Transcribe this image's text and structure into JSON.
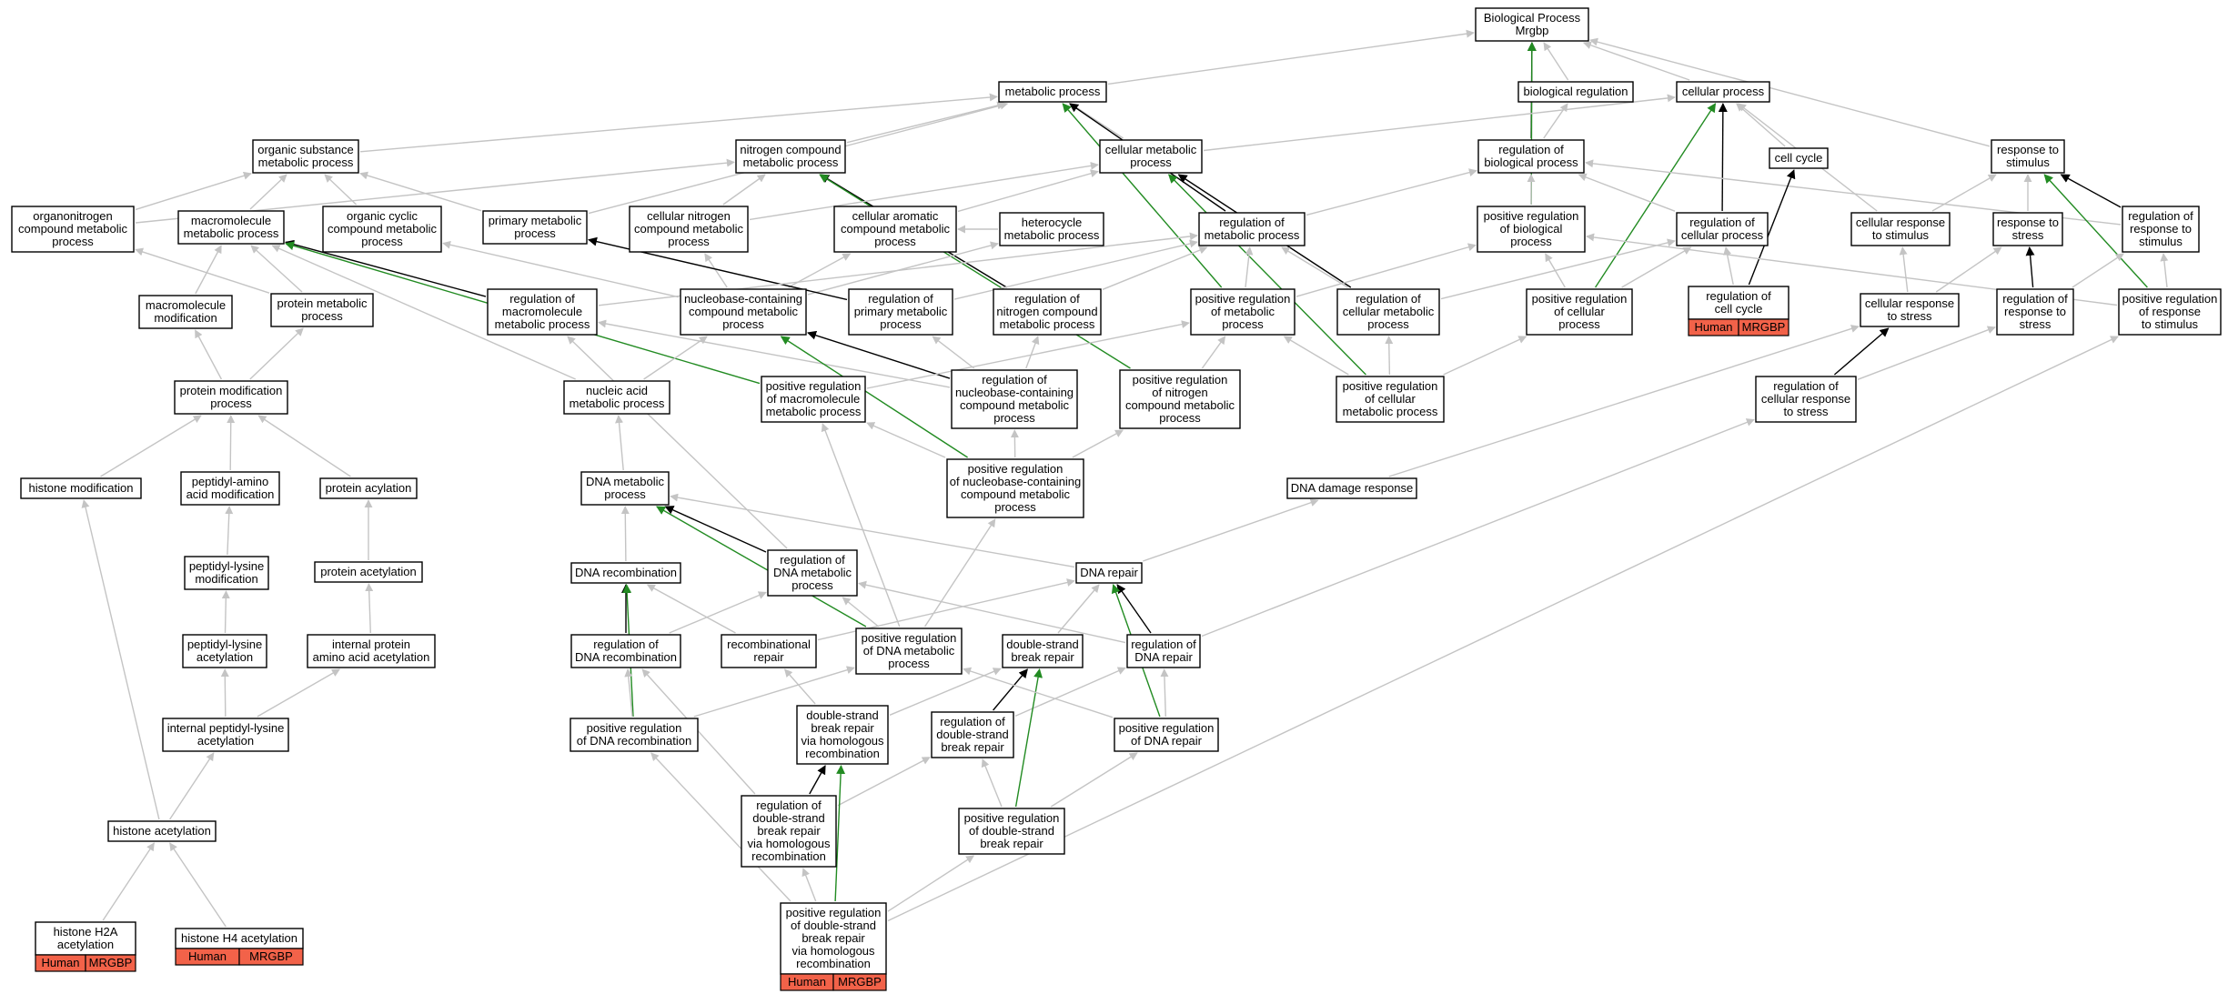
{
  "colors": {
    "grey_edge": "#c4c4c4",
    "black_edge": "#000000",
    "green_edge": "#228b22",
    "annotation": "#f26249"
  },
  "nodes": [
    {
      "id": "bp",
      "label": [
        "Biological Process",
        "Mrgbp"
      ]
    },
    {
      "id": "metab",
      "label": [
        "metabolic process"
      ]
    },
    {
      "id": "bioreg",
      "label": [
        "biological regulation"
      ]
    },
    {
      "id": "cellproc",
      "label": [
        "cellular process"
      ]
    },
    {
      "id": "orgsub",
      "label": [
        "organic substance",
        "metabolic process"
      ]
    },
    {
      "id": "nitro",
      "label": [
        "nitrogen compound",
        "metabolic process"
      ]
    },
    {
      "id": "cellmet",
      "label": [
        "cellular metabolic",
        "process"
      ]
    },
    {
      "id": "regbio",
      "label": [
        "regulation of",
        "biological process"
      ]
    },
    {
      "id": "cellcycle",
      "label": [
        "cell cycle"
      ]
    },
    {
      "id": "respstim",
      "label": [
        "response to",
        "stimulus"
      ]
    },
    {
      "id": "orgnitro",
      "label": [
        "organonitrogen",
        "compound metabolic",
        "process"
      ]
    },
    {
      "id": "macro",
      "label": [
        "macromolecule",
        "metabolic process"
      ]
    },
    {
      "id": "orgcyc",
      "label": [
        "organic cyclic",
        "compound metabolic",
        "process"
      ]
    },
    {
      "id": "primary",
      "label": [
        "primary metabolic",
        "process"
      ]
    },
    {
      "id": "cellnitro",
      "label": [
        "cellular nitrogen",
        "compound metabolic",
        "process"
      ]
    },
    {
      "id": "cellarom",
      "label": [
        "cellular aromatic",
        "compound metabolic",
        "process"
      ]
    },
    {
      "id": "hetero",
      "label": [
        "heterocycle",
        "metabolic process"
      ]
    },
    {
      "id": "regmet",
      "label": [
        "regulation of",
        "metabolic process"
      ]
    },
    {
      "id": "posregbio",
      "label": [
        "positive regulation",
        "of biological",
        "process"
      ]
    },
    {
      "id": "regcell",
      "label": [
        "regulation of",
        "cellular process"
      ]
    },
    {
      "id": "cellresp",
      "label": [
        "cellular response",
        "to stimulus"
      ]
    },
    {
      "id": "respstress",
      "label": [
        "response to",
        "stress"
      ]
    },
    {
      "id": "regresp",
      "label": [
        "regulation of",
        "response to",
        "stimulus"
      ]
    },
    {
      "id": "macromod",
      "label": [
        "macromolecule",
        "modification"
      ]
    },
    {
      "id": "protmet",
      "label": [
        "protein metabolic",
        "process"
      ]
    },
    {
      "id": "regmacro",
      "label": [
        "regulation of",
        "macromolecule",
        "metabolic process"
      ]
    },
    {
      "id": "nucleo",
      "label": [
        "nucleobase-containing",
        "compound metabolic",
        "process"
      ]
    },
    {
      "id": "regprim",
      "label": [
        "regulation of",
        "primary metabolic",
        "process"
      ]
    },
    {
      "id": "regnitro",
      "label": [
        "regulation of",
        "nitrogen compound",
        "metabolic process"
      ]
    },
    {
      "id": "posregmet",
      "label": [
        "positive regulation",
        "of metabolic",
        "process"
      ]
    },
    {
      "id": "regcellmet",
      "label": [
        "regulation of",
        "cellular metabolic",
        "process"
      ]
    },
    {
      "id": "posregcell",
      "label": [
        "positive regulation",
        "of cellular",
        "process"
      ]
    },
    {
      "id": "regcc",
      "label": [
        "regulation of",
        "cell cycle"
      ],
      "annotation": [
        "Human",
        "MRGBP"
      ]
    },
    {
      "id": "cellrespstress",
      "label": [
        "cellular response",
        "to stress"
      ]
    },
    {
      "id": "regrespstress",
      "label": [
        "regulation of",
        "response to",
        "stress"
      ]
    },
    {
      "id": "posregresp",
      "label": [
        "positive regulation",
        "of response",
        "to stimulus"
      ]
    },
    {
      "id": "protmod",
      "label": [
        "protein modification",
        "process"
      ]
    },
    {
      "id": "nucacid",
      "label": [
        "nucleic acid",
        "metabolic process"
      ]
    },
    {
      "id": "posregmacro",
      "label": [
        "positive regulation",
        "of macromolecule",
        "metabolic process"
      ]
    },
    {
      "id": "regnucleo",
      "label": [
        "regulation of",
        "nucleobase-containing",
        "compound metabolic",
        "process"
      ]
    },
    {
      "id": "posregnitro",
      "label": [
        "positive regulation",
        "of nitrogen",
        "compound metabolic",
        "process"
      ]
    },
    {
      "id": "posregcellmet",
      "label": [
        "positive regulation",
        "of cellular",
        "metabolic process"
      ]
    },
    {
      "id": "regcellrespstress",
      "label": [
        "regulation of",
        "cellular response",
        "to stress"
      ]
    },
    {
      "id": "posregnucleo",
      "label": [
        "positive regulation",
        "of nucleobase-containing",
        "compound metabolic",
        "process"
      ]
    },
    {
      "id": "histmod",
      "label": [
        "histone modification"
      ]
    },
    {
      "id": "peptamino",
      "label": [
        "peptidyl-amino",
        "acid modification"
      ]
    },
    {
      "id": "protacyl",
      "label": [
        "protein acylation"
      ]
    },
    {
      "id": "dnamet",
      "label": [
        "DNA metabolic",
        "process"
      ]
    },
    {
      "id": "dnadamage",
      "label": [
        "DNA damage response"
      ]
    },
    {
      "id": "peptlysmod",
      "label": [
        "peptidyl-lysine",
        "modification"
      ]
    },
    {
      "id": "protacet",
      "label": [
        "protein acetylation"
      ]
    },
    {
      "id": "dnarecomb",
      "label": [
        "DNA recombination"
      ]
    },
    {
      "id": "regdnamet",
      "label": [
        "regulation of",
        "DNA metabolic",
        "process"
      ]
    },
    {
      "id": "dnarepair",
      "label": [
        "DNA repair"
      ]
    },
    {
      "id": "peptlysacet",
      "label": [
        "peptidyl-lysine",
        "acetylation"
      ]
    },
    {
      "id": "intprotacet",
      "label": [
        "internal protein",
        "amino acid acetylation"
      ]
    },
    {
      "id": "regdnarecomb",
      "label": [
        "regulation of",
        "DNA recombination"
      ]
    },
    {
      "id": "recombrepair",
      "label": [
        "recombinational",
        "repair"
      ]
    },
    {
      "id": "posregdnamet",
      "label": [
        "positive regulation",
        "of DNA metabolic",
        "process"
      ]
    },
    {
      "id": "dsbr",
      "label": [
        "double-strand",
        "break repair"
      ]
    },
    {
      "id": "regdnarepair",
      "label": [
        "regulation of",
        "DNA repair"
      ]
    },
    {
      "id": "intpeptlys",
      "label": [
        "internal peptidyl-lysine",
        "acetylation"
      ]
    },
    {
      "id": "posregdnarecomb",
      "label": [
        "positive regulation",
        "of DNA recombination"
      ]
    },
    {
      "id": "dsbrhr",
      "label": [
        "double-strand",
        "break repair",
        "via homologous",
        "recombination"
      ]
    },
    {
      "id": "regdsbr",
      "label": [
        "regulation of",
        "double-strand",
        "break repair"
      ]
    },
    {
      "id": "posregdnarepair",
      "label": [
        "positive regulation",
        "of DNA repair"
      ]
    },
    {
      "id": "histacet",
      "label": [
        "histone acetylation"
      ]
    },
    {
      "id": "regdsbrhr",
      "label": [
        "regulation of",
        "double-strand",
        "break repair",
        "via homologous",
        "recombination"
      ]
    },
    {
      "id": "posregdsbr",
      "label": [
        "positive regulation",
        "of double-strand",
        "break repair"
      ]
    },
    {
      "id": "h2a",
      "label": [
        "histone H2A",
        "acetylation"
      ],
      "annotation": [
        "Human",
        "MRGBP"
      ]
    },
    {
      "id": "h4",
      "label": [
        "histone H4 acetylation"
      ],
      "annotation": [
        "Human",
        "MRGBP"
      ]
    },
    {
      "id": "posregdsbrhr",
      "label": [
        "positive regulation",
        "of double-strand",
        "break repair",
        "via homologous",
        "recombination"
      ],
      "annotation": [
        "Human",
        "MRGBP"
      ]
    }
  ],
  "edges": [
    [
      "metab",
      "bp",
      "grey"
    ],
    [
      "bioreg",
      "bp",
      "grey"
    ],
    [
      "cellproc",
      "bp",
      "grey"
    ],
    [
      "regbio",
      "bp",
      "black"
    ],
    [
      "posregbio",
      "bp",
      "green"
    ],
    [
      "respstim",
      "bp",
      "grey"
    ],
    [
      "orgsub",
      "metab",
      "grey"
    ],
    [
      "nitro",
      "metab",
      "grey"
    ],
    [
      "cellmet",
      "metab",
      "grey"
    ],
    [
      "regmet",
      "metab",
      "black"
    ],
    [
      "posregmet",
      "metab",
      "green"
    ],
    [
      "primary",
      "metab",
      "grey"
    ],
    [
      "regbio",
      "bioreg",
      "grey"
    ],
    [
      "cellmet",
      "cellproc",
      "grey"
    ],
    [
      "cellcycle",
      "cellproc",
      "grey"
    ],
    [
      "regcell",
      "cellproc",
      "black"
    ],
    [
      "posregcell",
      "cellproc",
      "green"
    ],
    [
      "cellresp",
      "cellproc",
      "grey"
    ],
    [
      "orgnitro",
      "orgsub",
      "grey"
    ],
    [
      "macro",
      "orgsub",
      "grey"
    ],
    [
      "orgcyc",
      "orgsub",
      "grey"
    ],
    [
      "primary",
      "orgsub",
      "grey"
    ],
    [
      "orgnitro",
      "nitro",
      "grey"
    ],
    [
      "cellnitro",
      "nitro",
      "grey"
    ],
    [
      "regnitro",
      "nitro",
      "black"
    ],
    [
      "posregnitro",
      "nitro",
      "green"
    ],
    [
      "cellnitro",
      "cellmet",
      "grey"
    ],
    [
      "cellarom",
      "cellmet",
      "grey"
    ],
    [
      "regcellmet",
      "cellmet",
      "black"
    ],
    [
      "posregcellmet",
      "cellmet",
      "green"
    ],
    [
      "regmet",
      "regbio",
      "grey"
    ],
    [
      "posregbio",
      "regbio",
      "grey"
    ],
    [
      "regcell",
      "regbio",
      "grey"
    ],
    [
      "regresp",
      "regbio",
      "grey"
    ],
    [
      "regcc",
      "cellcycle",
      "black"
    ],
    [
      "respstress",
      "respstim",
      "grey"
    ],
    [
      "cellresp",
      "respstim",
      "grey"
    ],
    [
      "regresp",
      "respstim",
      "black"
    ],
    [
      "posregresp",
      "respstim",
      "green"
    ],
    [
      "protmet",
      "macro",
      "grey"
    ],
    [
      "macromod",
      "macro",
      "grey"
    ],
    [
      "regmacro",
      "macro",
      "black"
    ],
    [
      "posregmacro",
      "macro",
      "green"
    ],
    [
      "nucacid",
      "macro",
      "grey"
    ],
    [
      "nucleo",
      "orgcyc",
      "grey"
    ],
    [
      "hetero",
      "cellarom",
      "grey"
    ],
    [
      "nucleo",
      "cellnitro",
      "grey"
    ],
    [
      "nucleo",
      "cellarom",
      "grey"
    ],
    [
      "nucleo",
      "hetero",
      "grey"
    ],
    [
      "regprim",
      "primary",
      "black"
    ],
    [
      "regmacro",
      "regmet",
      "grey"
    ],
    [
      "regprim",
      "regmet",
      "grey"
    ],
    [
      "regnitro",
      "regmet",
      "grey"
    ],
    [
      "posregmet",
      "regmet",
      "grey"
    ],
    [
      "regcellmet",
      "regmet",
      "grey"
    ],
    [
      "posregcell",
      "posregbio",
      "grey"
    ],
    [
      "posregmet",
      "posregbio",
      "grey"
    ],
    [
      "posregresp",
      "posregbio",
      "grey"
    ],
    [
      "regcellmet",
      "regcell",
      "grey"
    ],
    [
      "posregcell",
      "regcell",
      "grey"
    ],
    [
      "regcc",
      "regcell",
      "grey"
    ],
    [
      "cellrespstress",
      "cellresp",
      "grey"
    ],
    [
      "cellrespstress",
      "respstress",
      "grey"
    ],
    [
      "regrespstress",
      "respstress",
      "black"
    ],
    [
      "regrespstress",
      "regresp",
      "grey"
    ],
    [
      "posregresp",
      "regresp",
      "grey"
    ],
    [
      "protmod",
      "macromod",
      "grey"
    ],
    [
      "protmod",
      "protmet",
      "grey"
    ],
    [
      "protmet",
      "orgnitro",
      "grey"
    ],
    [
      "regnucleo",
      "regmacro",
      "grey"
    ],
    [
      "regnucleo",
      "regprim",
      "grey"
    ],
    [
      "regnucleo",
      "regnitro",
      "grey"
    ],
    [
      "regnucleo",
      "nucleo",
      "black"
    ],
    [
      "posregnucleo",
      "nucleo",
      "green"
    ],
    [
      "posregmacro",
      "posregmet",
      "grey"
    ],
    [
      "posregnitro",
      "posregmet",
      "grey"
    ],
    [
      "posregcellmet",
      "posregmet",
      "grey"
    ],
    [
      "posregcellmet",
      "regcellmet",
      "grey"
    ],
    [
      "posregcellmet",
      "posregcell",
      "grey"
    ],
    [
      "regcellrespstress",
      "cellrespstress",
      "black"
    ],
    [
      "regcellrespstress",
      "regrespstress",
      "grey"
    ],
    [
      "histmod",
      "protmod",
      "grey"
    ],
    [
      "peptamino",
      "protmod",
      "grey"
    ],
    [
      "protacyl",
      "protmod",
      "grey"
    ],
    [
      "dnamet",
      "nucacid",
      "grey"
    ],
    [
      "nucacid",
      "nucleo",
      "grey"
    ],
    [
      "posregnucleo",
      "regnucleo",
      "grey"
    ],
    [
      "posregnucleo",
      "posregmacro",
      "grey"
    ],
    [
      "posregnucleo",
      "posregnitro",
      "grey"
    ],
    [
      "dnadamage",
      "cellrespstress",
      "grey"
    ],
    [
      "peptlysmod",
      "peptamino",
      "grey"
    ],
    [
      "protacet",
      "protacyl",
      "grey"
    ],
    [
      "dnarecomb",
      "dnamet",
      "grey"
    ],
    [
      "regdnamet",
      "dnamet",
      "black"
    ],
    [
      "posregdnamet",
      "dnamet",
      "green"
    ],
    [
      "dnarepair",
      "dnamet",
      "grey"
    ],
    [
      "dnarepair",
      "dnadamage",
      "grey"
    ],
    [
      "regdnamet",
      "regmacro",
      "grey"
    ],
    [
      "posregdnamet",
      "posregmacro",
      "grey"
    ],
    [
      "posregdnamet",
      "regdnamet",
      "grey"
    ],
    [
      "posregdnamet",
      "posregnucleo",
      "grey"
    ],
    [
      "peptlysacet",
      "peptlysmod",
      "grey"
    ],
    [
      "intprotacet",
      "protacet",
      "grey"
    ],
    [
      "regdnarecomb",
      "dnarecomb",
      "black"
    ],
    [
      "regdnarecomb",
      "regdnamet",
      "grey"
    ],
    [
      "recombrepair",
      "dnarecomb",
      "grey"
    ],
    [
      "recombrepair",
      "dnarepair",
      "grey"
    ],
    [
      "regdnarepair",
      "dnarepair",
      "black"
    ],
    [
      "regdnarepair",
      "regdnamet",
      "grey"
    ],
    [
      "regdnarepair",
      "regcellrespstress",
      "grey"
    ],
    [
      "posregdnarepair",
      "dnarepair",
      "green"
    ],
    [
      "dsbr",
      "dnarepair",
      "grey"
    ],
    [
      "intpeptlys",
      "peptlysacet",
      "grey"
    ],
    [
      "intpeptlys",
      "intprotacet",
      "grey"
    ],
    [
      "posregdnarecomb",
      "dnarecomb",
      "green"
    ],
    [
      "posregdnarecomb",
      "regdnarecomb",
      "grey"
    ],
    [
      "posregdnarecomb",
      "posregdnamet",
      "grey"
    ],
    [
      "dsbrhr",
      "recombrepair",
      "grey"
    ],
    [
      "dsbrhr",
      "dsbr",
      "grey"
    ],
    [
      "regdsbr",
      "dsbr",
      "black"
    ],
    [
      "regdsbr",
      "regdnarepair",
      "grey"
    ],
    [
      "posregdsbr",
      "dsbr",
      "green"
    ],
    [
      "posregdsbr",
      "regdsbr",
      "grey"
    ],
    [
      "posregdsbr",
      "posregdnarepair",
      "grey"
    ],
    [
      "posregdnarepair",
      "regdnarepair",
      "grey"
    ],
    [
      "posregdnarepair",
      "posregdnamet",
      "grey"
    ],
    [
      "histacet",
      "histmod",
      "grey"
    ],
    [
      "histacet",
      "intpeptlys",
      "grey"
    ],
    [
      "regdsbrhr",
      "dsbrhr",
      "black"
    ],
    [
      "regdsbrhr",
      "regdsbr",
      "grey"
    ],
    [
      "regdsbrhr",
      "regdnarecomb",
      "grey"
    ],
    [
      "h2a",
      "histacet",
      "grey"
    ],
    [
      "h4",
      "histacet",
      "grey"
    ],
    [
      "posregdsbrhr",
      "dsbrhr",
      "green"
    ],
    [
      "posregdsbrhr",
      "regdsbrhr",
      "grey"
    ],
    [
      "posregdsbrhr",
      "posregdsbr",
      "grey"
    ],
    [
      "posregdsbrhr",
      "posregdnarecomb",
      "grey"
    ],
    [
      "posregdsbrhr",
      "posregresp",
      "grey"
    ]
  ]
}
